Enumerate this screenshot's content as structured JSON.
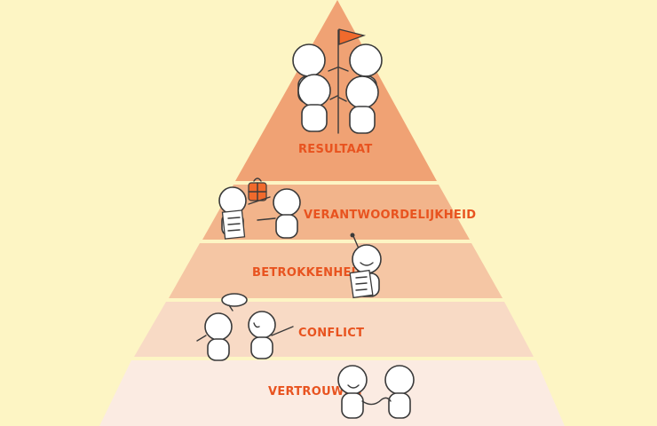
{
  "colors": {
    "background": "#fdf5c4",
    "label": "#e8531f",
    "tier_resultaat": "#f0a274",
    "tier_verantwoordelijkheid": "#f2b48b",
    "tier_betrokkenheid": "#f5c6a4",
    "tier_conflict": "#f8dac5",
    "tier_vertrouwen": "#fbebe2"
  },
  "tiers": [
    {
      "label": "RESULTAAT",
      "icon": "team-flag-icon"
    },
    {
      "label": "VERANTWOORDELIJKHEID",
      "icon": "gift-exchange-icon"
    },
    {
      "label": "BETROKKENHEID",
      "icon": "checklist-person-icon"
    },
    {
      "label": "CONFLICT",
      "icon": "discussion-icon"
    },
    {
      "label": "VERTROUWEN",
      "icon": "handshake-icon"
    }
  ]
}
